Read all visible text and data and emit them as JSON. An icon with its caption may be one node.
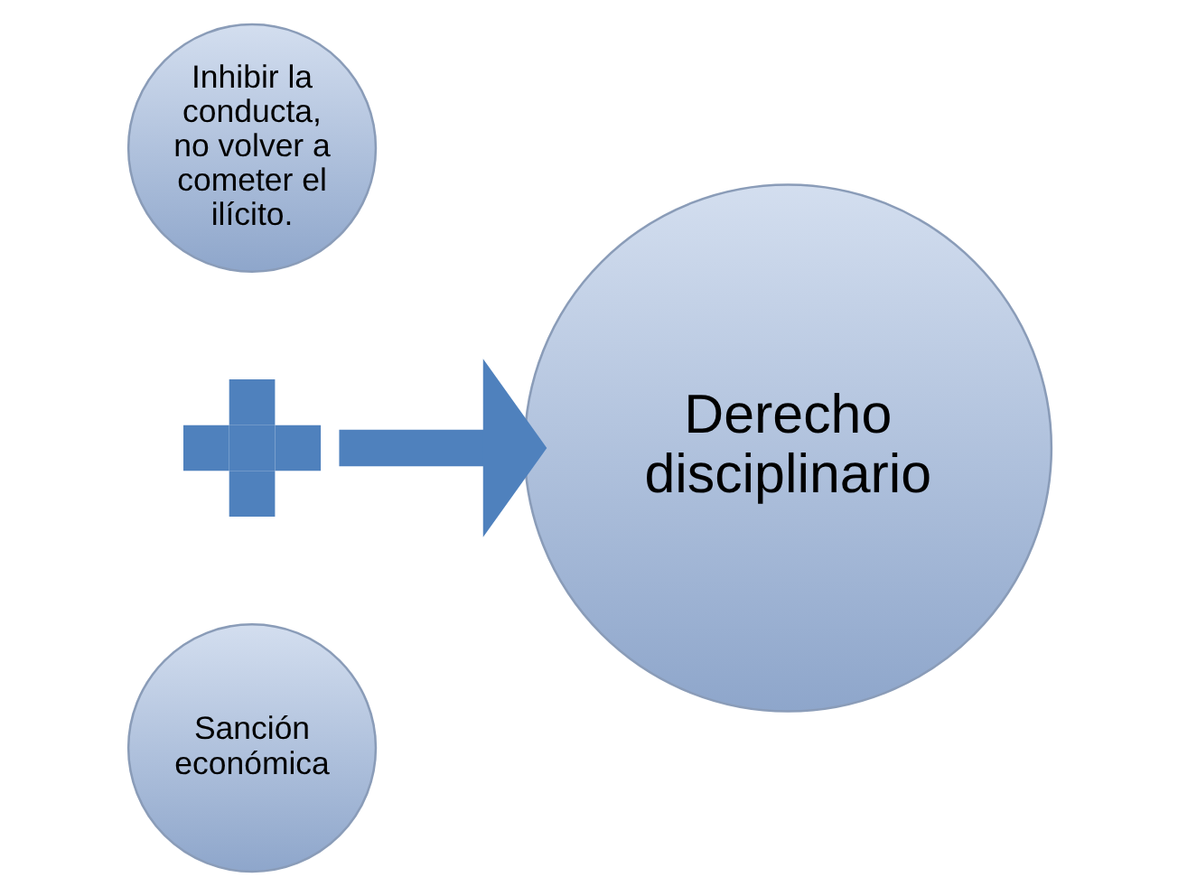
{
  "diagram": {
    "nodes": [
      {
        "text": [
          "Inhibir la conducta, no volver a cometer el ilícito."
        ]
      },
      {
        "text": [],
        "shape": "plus"
      },
      {
        "text": [
          "Sanción económica"
        ]
      },
      {
        "text": [
          "Derecho disciplinario"
        ]
      }
    ],
    "edges": [
      {
        "from": 1,
        "to": 3,
        "arrow": "to"
      }
    ]
  }
}
